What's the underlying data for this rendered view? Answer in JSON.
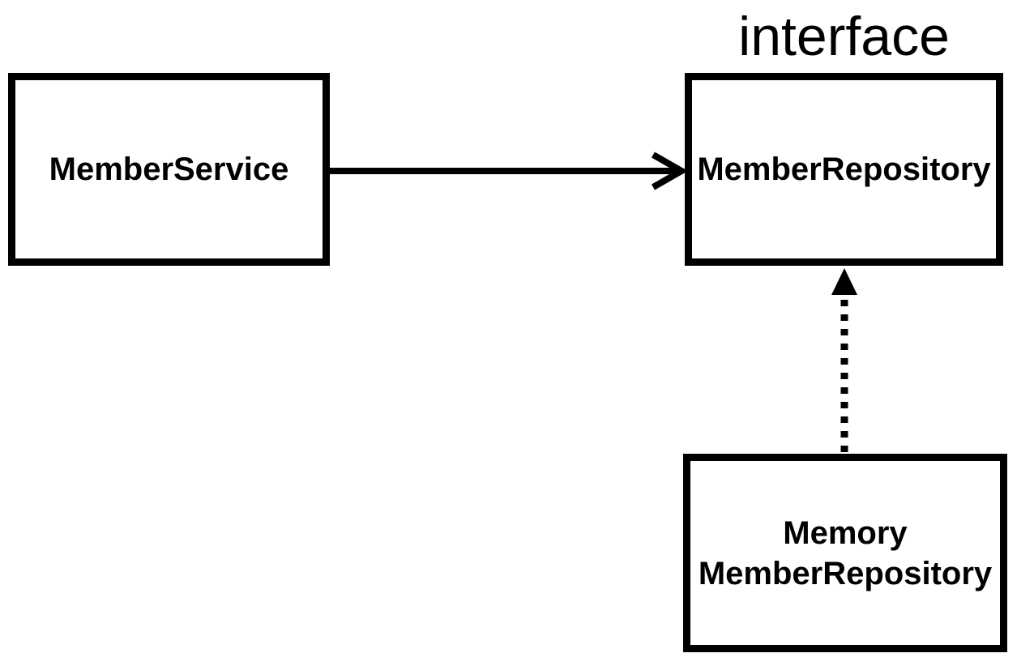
{
  "colors": {
    "stroke": "#000000",
    "text": "#000000",
    "background": "#ffffff"
  },
  "nodes": {
    "member_service": {
      "label": "MemberService"
    },
    "member_repository": {
      "label": "MemberRepository",
      "stereotype": "interface"
    },
    "memory_member_repository": {
      "label_line1": "Memory",
      "label_line2": "MemberRepository"
    }
  },
  "edges": {
    "uses": {
      "from": "member_service",
      "to": "member_repository",
      "line_style": "solid",
      "head_style": "open-arrow",
      "direction": "left-to-right"
    },
    "implements": {
      "from": "memory_member_repository",
      "to": "member_repository",
      "line_style": "dotted",
      "head_style": "filled-triangle",
      "direction": "bottom-to-top"
    }
  }
}
